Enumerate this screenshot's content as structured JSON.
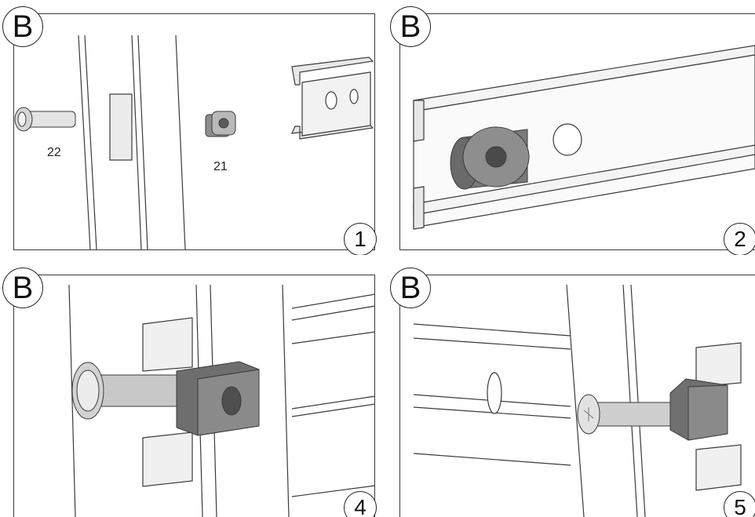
{
  "panels": [
    {
      "letter": "B",
      "step": "1",
      "labels": {
        "bolt": "22",
        "nut": "21"
      }
    },
    {
      "letter": "B",
      "step": "2"
    },
    {
      "letter": "B",
      "step": "4"
    },
    {
      "letter": "B",
      "step": "5"
    }
  ],
  "colors": {
    "line": "#3a3a3a",
    "background": "#ffffff",
    "part_light": "#d2d2d2",
    "part_mid": "#9a9a9a",
    "part_dark": "#6a6a6a",
    "rail_fill": "#f4f4f4"
  }
}
